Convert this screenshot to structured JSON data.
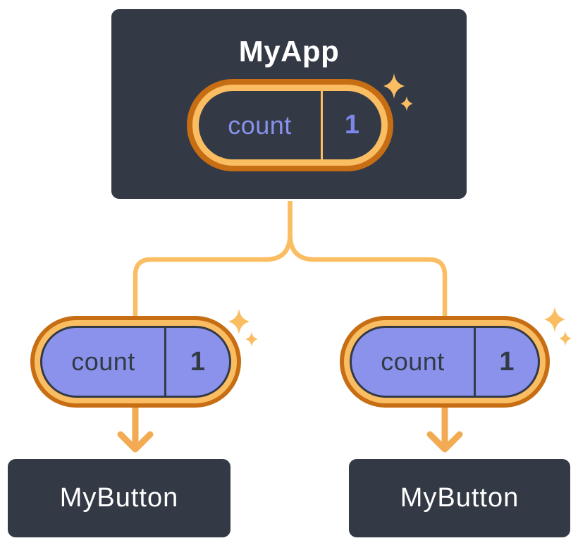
{
  "palette": {
    "bg": "#ffffff",
    "dark": "#333a46",
    "white": "#ffffff",
    "orange-dark": "#c76e14",
    "orange-light": "#fabd62",
    "arrow": "#f2ab52",
    "purple-fill": "#8a92ec",
    "purple-text": "#8891ec",
    "purple-value": "#7e87e9"
  },
  "tree": {
    "parent": {
      "label": "MyApp",
      "state": {
        "name": "count",
        "value": "1"
      }
    },
    "children": [
      {
        "label": "MyButton",
        "prop": {
          "name": "count",
          "value": "1"
        }
      },
      {
        "label": "MyButton",
        "prop": {
          "name": "count",
          "value": "1"
        }
      }
    ]
  }
}
